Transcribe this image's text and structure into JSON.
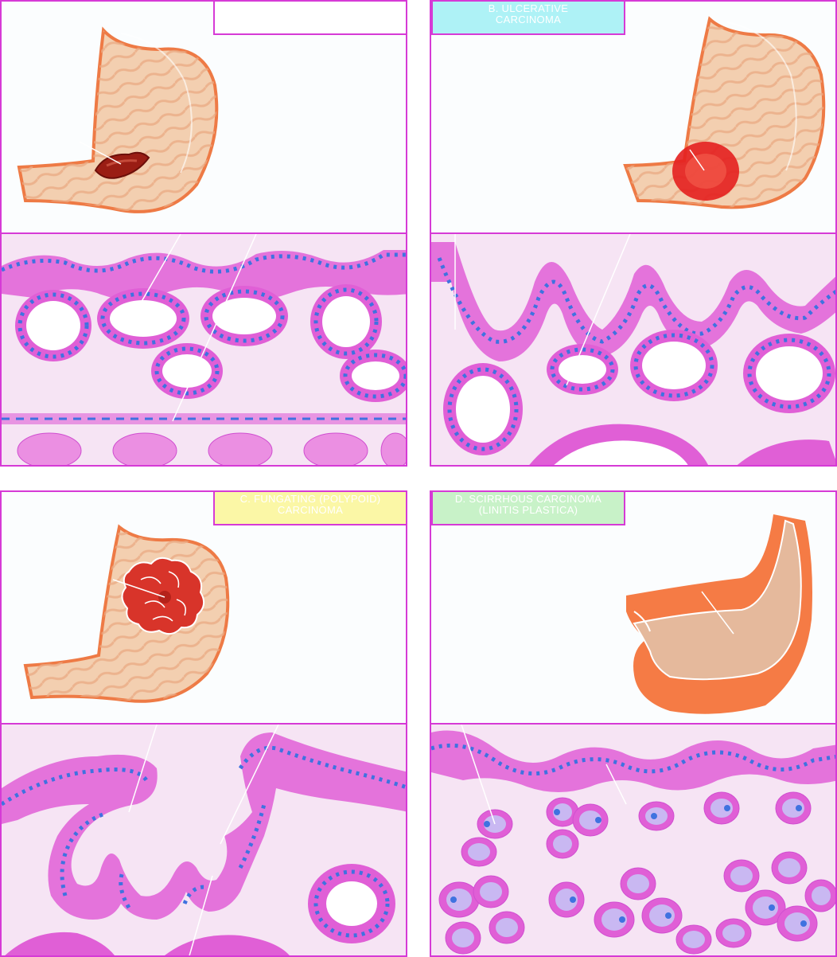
{
  "panels": {
    "a": {
      "label_line1": "",
      "label_line2": "",
      "color": "#ffffff"
    },
    "b": {
      "label_line1": "B. ULCERATIVE",
      "label_line2": "CARCINOMA",
      "color": "#aef2f6"
    },
    "c": {
      "label_line1": "C. FUNGATING (POLYPOID)",
      "label_line2": "CARCINOMA",
      "color": "#fbf7a6"
    },
    "d": {
      "label_line1": "D. SCIRRHOUS CARCINOMA",
      "label_line2": "(LINITIS PLASTICA)",
      "color": "#c8f2c8"
    }
  },
  "colors": {
    "border": "#d63ad6",
    "stomach_wall": "#f07a45",
    "stomach_fill": "#f2c9a8",
    "mucosa_stripe": "#e8a57c",
    "lesion_dark": "#8f1a14",
    "ulcer_red": "#e41f1f",
    "polyp_red": "#d8342a",
    "epithelium": "#e05fd6",
    "nucleus": "#3f72e0",
    "stroma": "#f3dcf1",
    "thick_wall": "#f57b45",
    "thick_inner": "#e5b99c"
  }
}
